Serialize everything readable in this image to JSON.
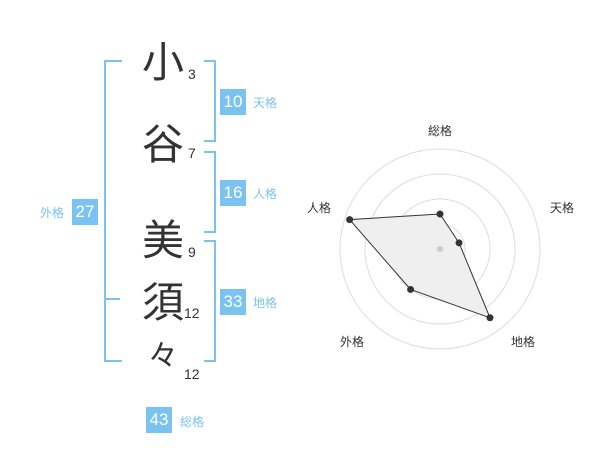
{
  "name": {
    "chars": [
      {
        "char": "小",
        "strokes": "3"
      },
      {
        "char": "谷",
        "strokes": "7"
      },
      {
        "char": "美",
        "strokes": "9"
      },
      {
        "char": "須",
        "strokes": "12"
      },
      {
        "char": "々",
        "strokes": "12"
      }
    ]
  },
  "fortune": {
    "tenkaku": {
      "value": "10",
      "label": "天格"
    },
    "jinkaku": {
      "value": "16",
      "label": "人格"
    },
    "chikaku": {
      "value": "33",
      "label": "地格"
    },
    "gaikaku": {
      "value": "27",
      "label": "外格"
    },
    "soukaku": {
      "value": "43",
      "label": "総格"
    }
  },
  "colors": {
    "accent": "#7ac3f0",
    "text": "#333333",
    "grid": "#dddddd",
    "fill": "#efefef"
  },
  "chart_data": {
    "type": "radar",
    "axes": [
      "総格",
      "天格",
      "地格",
      "外格",
      "人格"
    ],
    "values": [
      0.35,
      0.2,
      0.85,
      0.5,
      0.95
    ],
    "range": [
      0,
      1
    ],
    "rings": 4
  }
}
